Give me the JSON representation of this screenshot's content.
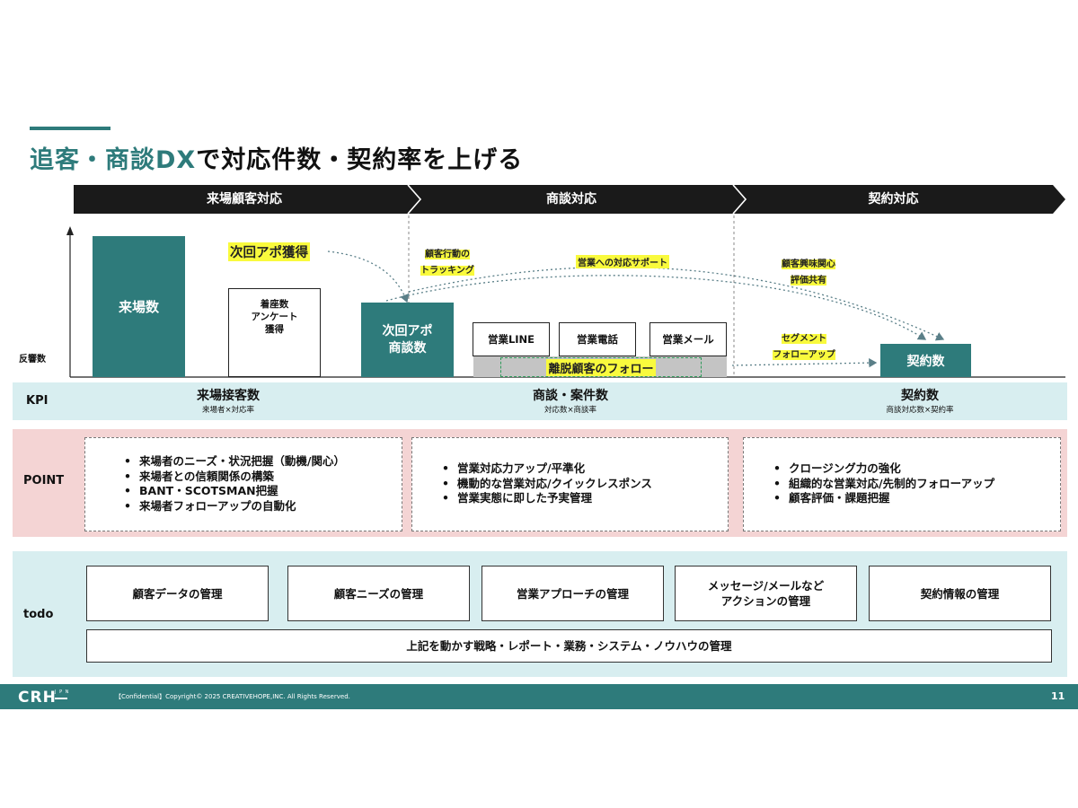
{
  "title": {
    "accent": "追客・商談DX",
    "rest": "で対応件数・契約率を上げる"
  },
  "phases": [
    "来場顧客対応",
    "商談対応",
    "契約対応"
  ],
  "diagram": {
    "y_label": "反響数",
    "bars": {
      "visits": "来場数",
      "survey": "着座数\nアンケート\n獲得",
      "next_meeting": "次回アポ\n商談数",
      "contract": "契約数"
    },
    "channels": [
      "営業LINE",
      "営業電話",
      "営業メール"
    ],
    "churn_follow": "離脱顧客のフォロー",
    "annotations": {
      "next_appointment": "次回アポ獲得",
      "tracking": "顧客行動の\nトラッキング",
      "sales_support": "営業への対応サポート",
      "interest_share": "顧客興味関心\n評価共有",
      "segment_follow": "セグメント\nフォローアップ"
    }
  },
  "kpi": {
    "label": "KPI",
    "items": [
      {
        "title": "来場接客数",
        "sub": "来場者×対応率"
      },
      {
        "title": "商談・案件数",
        "sub": "対応数×商談率"
      },
      {
        "title": "契約数",
        "sub": "商談対応数×契約率"
      }
    ]
  },
  "point": {
    "label": "POINT",
    "groups": [
      [
        "来場者のニーズ・状況把握（動機/関心）",
        "来場者との信頼関係の構築",
        "BANT・SCOTSMAN把握",
        "来場者フォローアップの自動化"
      ],
      [
        "営業対応力アップ/平準化",
        "機動的な営業対応/クイックレスポンス",
        "営業実態に即した予実管理"
      ],
      [
        "クロージング力の強化",
        "組織的な営業対応/先制的フォローアップ",
        "顧客評価・課題把握"
      ]
    ]
  },
  "todo": {
    "label": "todo",
    "items": [
      "顧客データの管理",
      "顧客ニーズの管理",
      "営業アプローチの管理",
      "メッセージ/メールなど\nアクションの管理",
      "契約情報の管理"
    ],
    "wide": "上記を動かす戦略・レポート・業務・システム・ノウハウの管理"
  },
  "footer": {
    "logo": "CRH",
    "logo_sub": "J P N",
    "copyright": "【Confidential】Copyright© 2025 CREATIVEHOPE,INC. All Rights Reserved.",
    "page": "11"
  },
  "colors": {
    "teal": "#2e7b7b",
    "highlight": "#f9fa3d",
    "kpi_bg": "#d8eef0",
    "point_bg": "#f4d4d4",
    "dark_arrow": "#1a1a1a"
  }
}
